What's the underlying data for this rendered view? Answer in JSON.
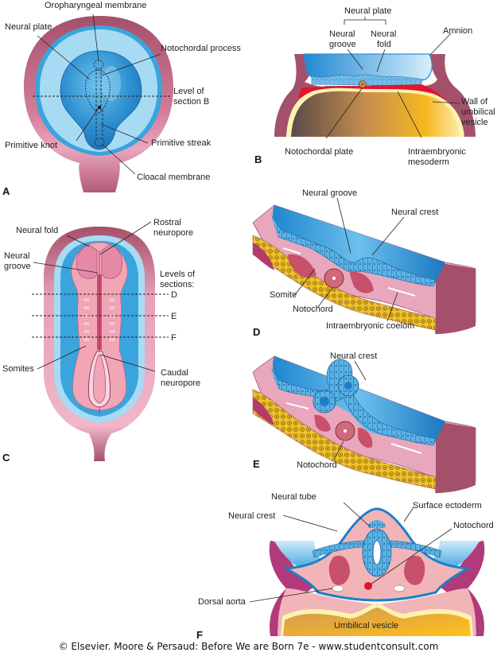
{
  "figure": {
    "panels": {
      "A": {
        "letter": "A",
        "labels": {
          "oropharyngeal_membrane": "Oropharyngeal membrane",
          "neural_plate": "Neural plate",
          "notochordal_process": "Notochordal process",
          "level_of_section_b_1": "Level of",
          "level_of_section_b_2": "section B",
          "primitive_knot": "Primitive knot",
          "primitive_streak": "Primitive streak",
          "cloacal_membrane": "Cloacal membrane"
        }
      },
      "B": {
        "letter": "B",
        "labels": {
          "neural_plate": "Neural plate",
          "neural_groove_1": "Neural",
          "neural_groove_2": "groove",
          "neural_fold_1": "Neural",
          "neural_fold_2": "fold",
          "amnion": "Amnion",
          "wall_1": "Wall of",
          "wall_2": "umbilical",
          "wall_3": "vesicle",
          "notochordal_plate": "Notochordal plate",
          "intraembryonic_mesoderm_1": "Intraembryonic",
          "intraembryonic_mesoderm_2": "mesoderm"
        }
      },
      "C": {
        "letter": "C",
        "labels": {
          "neural_fold": "Neural fold",
          "rostral_neuropore_1": "Rostral",
          "rostral_neuropore_2": "neuropore",
          "neural_groove_1": "Neural",
          "neural_groove_2": "groove",
          "levels_1": "Levels of",
          "levels_2": "sections:",
          "level_d": "D",
          "level_e": "E",
          "level_f": "F",
          "somites": "Somites",
          "caudal_neuropore_1": "Caudal",
          "caudal_neuropore_2": "neuropore"
        }
      },
      "D": {
        "letter": "D",
        "labels": {
          "neural_groove": "Neural groove",
          "neural_crest": "Neural crest",
          "somite": "Somite",
          "notochord": "Notochord",
          "intraembryonic_coelom": "Intraembryonic coelom"
        }
      },
      "E": {
        "letter": "E",
        "labels": {
          "neural_crest": "Neural crest",
          "notochord": "Notochord"
        }
      },
      "F": {
        "letter": "F",
        "labels": {
          "neural_tube": "Neural tube",
          "neural_crest": "Neural crest",
          "surface_ectoderm": "Surface ectoderm",
          "notochord": "Notochord",
          "dorsal_aorta": "Dorsal aorta",
          "umbilical_vesicle": "Umbilical vesicle"
        }
      }
    },
    "colors": {
      "wall": "#a5506a",
      "wall_light": "#e8a7bd",
      "amnion_light": "#9fd6f2",
      "ectoderm_blue": "#3aa4dc",
      "deep_blue": "#1a78c2",
      "mesoderm_red": "#e3142c",
      "yolk": "#e9a83a",
      "tissue_pink": "#f1b5b8",
      "somite": "#c8506a"
    }
  },
  "footer": {
    "credit": "© Elsevier. Moore & Persaud: Before We are Born 7e - www.studentconsult.com"
  }
}
